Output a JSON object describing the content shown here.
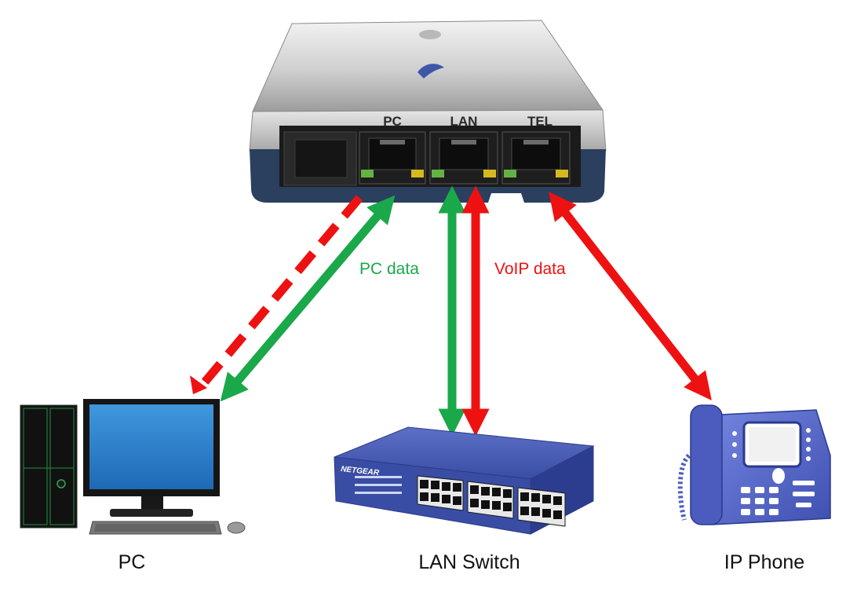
{
  "adapter": {
    "ports": {
      "pc": "PC",
      "lan": "LAN",
      "tel": "TEL"
    }
  },
  "flows": {
    "pc_data": "PC data",
    "voip_data": "VoIP data"
  },
  "devices": {
    "pc": "PC",
    "switch": "LAN Switch",
    "switch_brand": "NETGEAR",
    "phone": "IP Phone"
  },
  "colors": {
    "pc_data": "#1aa84a",
    "voip_data": "#ee1111",
    "adapter_body": "#c4c4c4",
    "adapter_base": "#2b3f5e",
    "switch_body": "#3b4fa6",
    "phone_body": "#5a6ccf",
    "monitor_screen": "#2a7fcc"
  }
}
